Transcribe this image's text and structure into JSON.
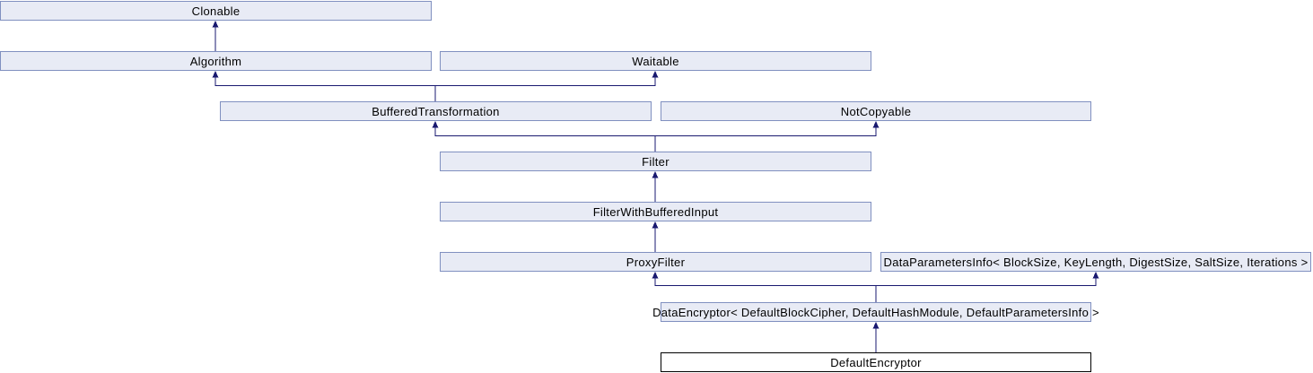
{
  "diagram": {
    "type": "class-inheritance-diagram",
    "colors": {
      "node_fill": "#e8ebf5",
      "node_border": "#8090c0",
      "edge": "#191970",
      "focus_fill": "#ffffff",
      "focus_border": "#000000",
      "text": "#000000",
      "background": "#ffffff"
    },
    "nodes": [
      {
        "label": "Clonable"
      },
      {
        "label": "Algorithm"
      },
      {
        "label": "Waitable"
      },
      {
        "label": "BufferedTransformation"
      },
      {
        "label": "NotCopyable"
      },
      {
        "label": "Filter"
      },
      {
        "label": "FilterWithBufferedInput"
      },
      {
        "label": "ProxyFilter"
      },
      {
        "label": "DataParametersInfo< BlockSize, KeyLength, DigestSize, SaltSize, Iterations >"
      },
      {
        "label": "DataEncryptor< DefaultBlockCipher, DefaultHashModule, DefaultParametersInfo >"
      },
      {
        "label": "DefaultEncryptor"
      }
    ],
    "edges": [
      {
        "from": "Algorithm",
        "to": "Clonable"
      },
      {
        "from": "BufferedTransformation",
        "to": "Algorithm"
      },
      {
        "from": "BufferedTransformation",
        "to": "Waitable"
      },
      {
        "from": "Filter",
        "to": "BufferedTransformation"
      },
      {
        "from": "Filter",
        "to": "NotCopyable"
      },
      {
        "from": "FilterWithBufferedInput",
        "to": "Filter"
      },
      {
        "from": "ProxyFilter",
        "to": "FilterWithBufferedInput"
      },
      {
        "from": "DataEncryptor",
        "to": "ProxyFilter"
      },
      {
        "from": "DataEncryptor",
        "to": "DataParametersInfo"
      },
      {
        "from": "DefaultEncryptor",
        "to": "DataEncryptor"
      }
    ]
  }
}
